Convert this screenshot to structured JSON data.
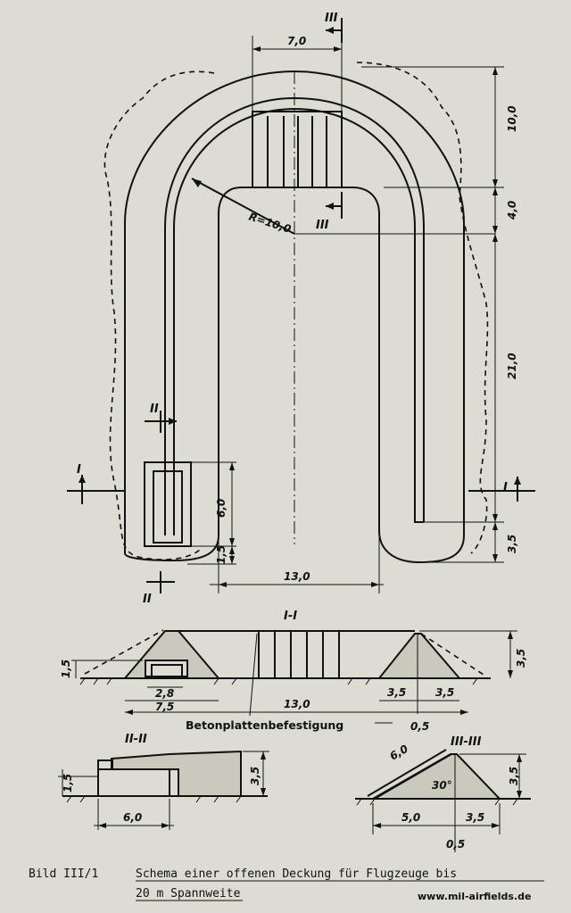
{
  "plan": {
    "section_marks": {
      "s1": "I",
      "s2": "II",
      "s3": "III"
    },
    "radius_label": "R=10,0",
    "dims": {
      "top_width": "7,0",
      "right_10": "10,0",
      "right_4": "4,0",
      "right_21": "21,0",
      "right_35": "3,5",
      "left_6": "6,0",
      "left_15": "1,5",
      "bottom_13": "13,0"
    }
  },
  "section_1": {
    "title": "I-I",
    "dims": {
      "left_height": "1,5",
      "right_height": "3,5",
      "inner_28": "2,8",
      "outer_75": "7,5",
      "total_13": "13,0",
      "right_35a": "3,5",
      "right_35b": "3,5",
      "center_05": "0,5"
    },
    "label": "Betonplattenbefestigung"
  },
  "section_2": {
    "title": "II-II",
    "dims": {
      "left_15": "1,5",
      "height_35": "3,5",
      "width_6": "6,0"
    }
  },
  "section_3": {
    "title": "III-III",
    "dims": {
      "slope_6": "6,0",
      "angle": "30°",
      "height_35": "3,5",
      "base_5": "5,0",
      "base_35": "3,5",
      "top_05": "0,5"
    }
  },
  "caption": {
    "label": "Bild III/1",
    "line1": "Schema einer offenen Deckung für Flugzeuge bis",
    "line2": "20 m Spannweite"
  },
  "watermark": "www.mil-airfields.de"
}
